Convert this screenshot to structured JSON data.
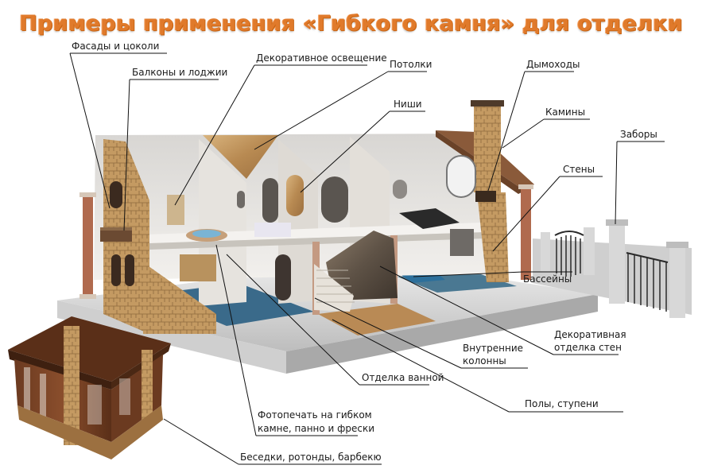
{
  "title": "Примеры применения «Гибкого камня» для отделки",
  "labels": {
    "facades": "Фасады и цоколи",
    "balconies": "Балконы и  лоджии",
    "lighting": "Декоративное освещение",
    "ceilings": "Потолки",
    "niches": "Ниши",
    "chimneys": "Дымоходы",
    "fireplaces": "Камины",
    "fences": "Заборы",
    "walls": "Стены",
    "pools": "Бассейны",
    "decor_walls_1": "Декоративная",
    "decor_walls_2": "отделка стен",
    "columns_1": "Внутренние",
    "columns_2": "колонны",
    "bathroom": "Отделка ванной",
    "floors": "Полы, ступени",
    "photoprint_1": "Фотопечать на гибком",
    "photoprint_2": "камне, панно и фрески",
    "gazebos": "Беседки, ротонды, барбекю"
  },
  "colors": {
    "title": "#e07a2b",
    "stone": "#c9a06a",
    "roof": "#8a5a3a",
    "wall": "#e9e6e1",
    "floor": "#3a6a8a"
  }
}
